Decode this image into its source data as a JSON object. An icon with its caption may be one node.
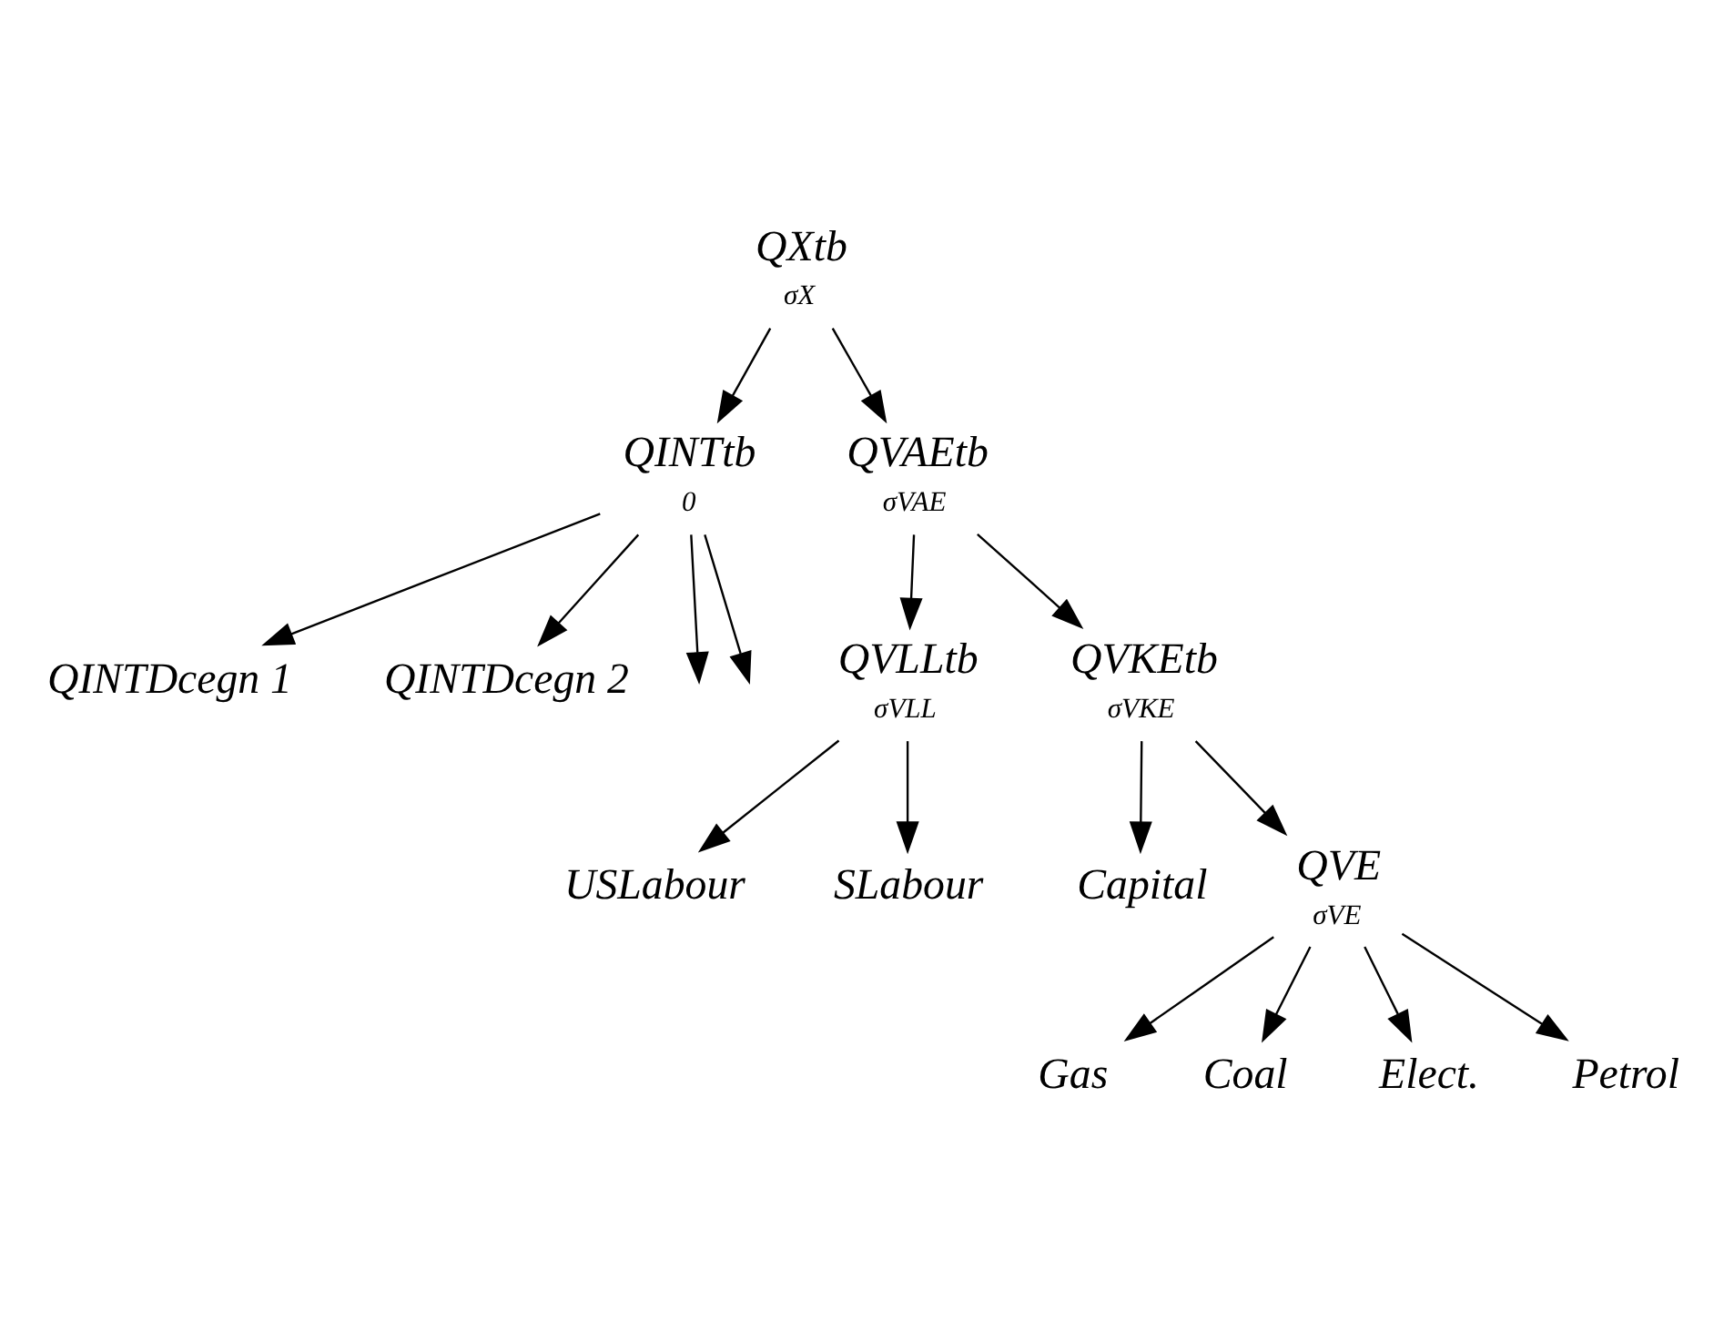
{
  "diagram": {
    "nodes": [
      {
        "text": [
          "QXtb"
        ],
        "beside": [
          "σX"
        ]
      },
      {
        "text": [
          "QINTtb"
        ],
        "beside": [
          "0"
        ]
      },
      {
        "text": [
          "QVAEtb"
        ],
        "beside": [
          "σVAE"
        ]
      },
      {
        "text": [
          "QINTDcegn 1"
        ]
      },
      {
        "text": [
          "QINTDcegn 2"
        ]
      },
      {
        "text": [
          "QVLLtb"
        ],
        "beside": [
          "σVLL"
        ]
      },
      {
        "text": [
          "QVKEtb"
        ],
        "beside": [
          "σVKE"
        ]
      },
      {
        "text": [
          "USLabour"
        ]
      },
      {
        "text": [
          "SLabour"
        ]
      },
      {
        "text": [
          "Capital"
        ]
      },
      {
        "text": [
          "QVE"
        ],
        "beside": [
          "σVE"
        ]
      },
      {
        "text": [
          "Gas"
        ]
      },
      {
        "text": [
          "Coal"
        ]
      },
      {
        "text": [
          "Elect."
        ]
      },
      {
        "text": [
          "Petrol"
        ]
      }
    ],
    "edges": [
      {
        "from": 0,
        "to": 1,
        "arrow": "to"
      },
      {
        "from": 0,
        "to": 2,
        "arrow": "to"
      },
      {
        "from": 1,
        "to": 3,
        "arrow": "to"
      },
      {
        "from": 1,
        "to": null,
        "arrow": "to"
      },
      {
        "from": 1,
        "to": null,
        "arrow": "to"
      },
      {
        "from": 1,
        "to": 4,
        "arrow": "to"
      },
      {
        "from": 2,
        "to": 5,
        "arrow": "to"
      },
      {
        "from": 2,
        "to": 6,
        "arrow": "to"
      },
      {
        "from": 5,
        "to": 7,
        "arrow": "to"
      },
      {
        "from": 5,
        "to": 8,
        "arrow": "to"
      },
      {
        "from": 6,
        "to": 9,
        "arrow": "to"
      },
      {
        "from": 6,
        "to": 10,
        "arrow": "to"
      },
      {
        "from": 10,
        "to": 11,
        "arrow": "to"
      },
      {
        "from": 10,
        "to": 12,
        "arrow": "to"
      },
      {
        "from": 10,
        "to": 13,
        "arrow": "to"
      },
      {
        "from": 10,
        "to": 14,
        "arrow": "to"
      }
    ]
  }
}
